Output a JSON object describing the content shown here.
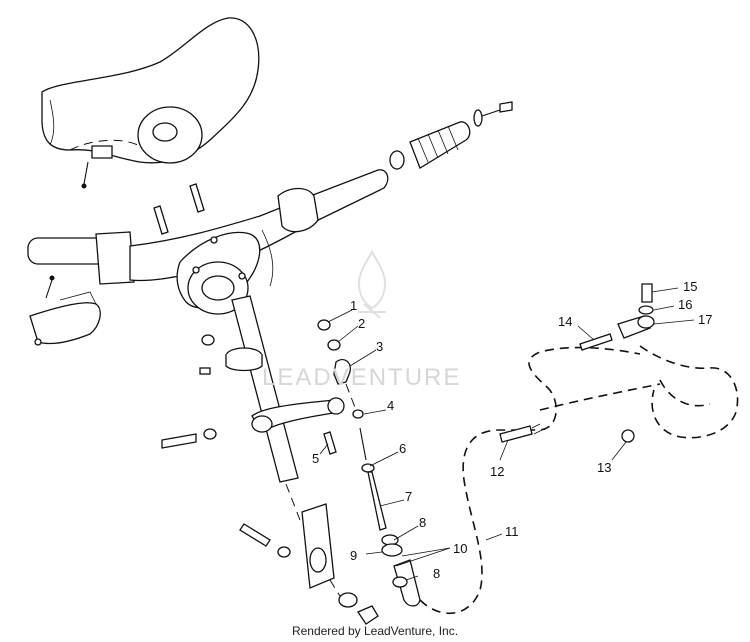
{
  "watermark": {
    "text": "LEADVENTURE"
  },
  "footer": {
    "text": "Rendered by LeadVenture, Inc."
  },
  "callouts": [
    {
      "id": "1",
      "label": "1"
    },
    {
      "id": "2",
      "label": "2"
    },
    {
      "id": "3",
      "label": "3"
    },
    {
      "id": "4",
      "label": "4"
    },
    {
      "id": "5",
      "label": "5"
    },
    {
      "id": "6",
      "label": "6"
    },
    {
      "id": "7",
      "label": "7"
    },
    {
      "id": "8a",
      "label": "8"
    },
    {
      "id": "8b",
      "label": "8"
    },
    {
      "id": "9",
      "label": "9"
    },
    {
      "id": "10",
      "label": "10"
    },
    {
      "id": "11",
      "label": "11"
    },
    {
      "id": "12",
      "label": "12"
    },
    {
      "id": "13",
      "label": "13"
    },
    {
      "id": "14",
      "label": "14"
    },
    {
      "id": "15",
      "label": "15"
    },
    {
      "id": "16",
      "label": "16"
    },
    {
      "id": "17",
      "label": "17"
    }
  ]
}
